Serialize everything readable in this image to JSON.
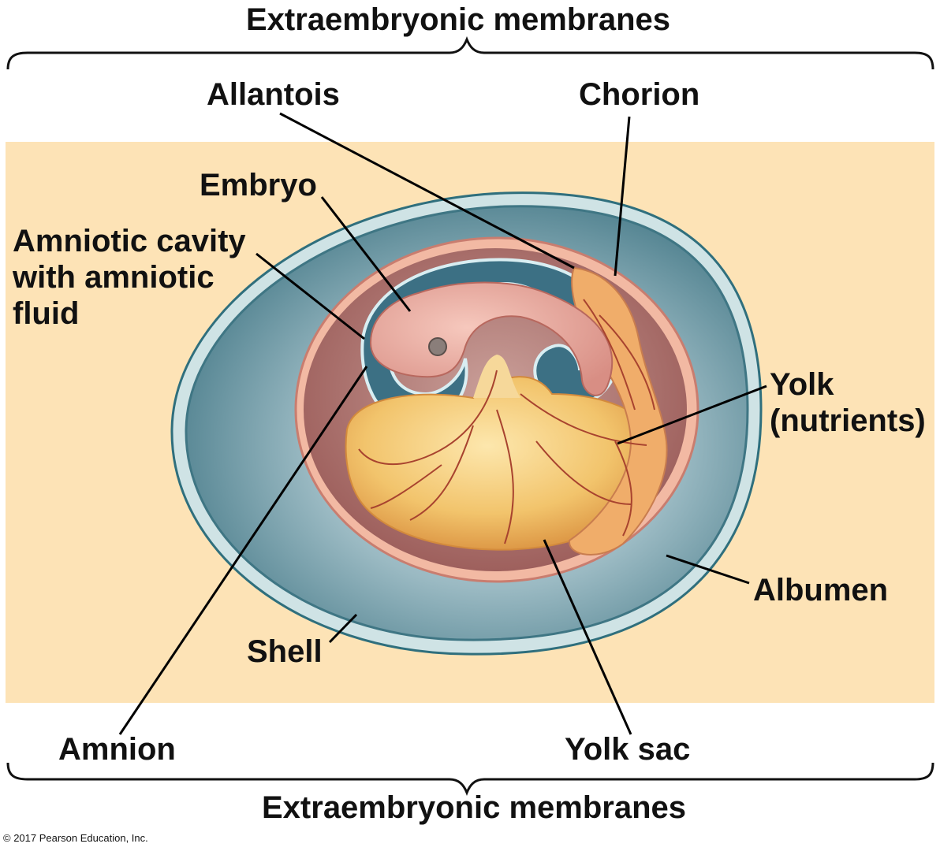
{
  "diagram": {
    "title_top": "Extraembryonic membranes",
    "title_bottom": "Extraembryonic membranes",
    "labels": {
      "allantois": "Allantois",
      "chorion": "Chorion",
      "embryo": "Embryo",
      "amniotic_cavity": [
        "Amniotic cavity",
        "with amniotic",
        "fluid"
      ],
      "yolk": [
        "Yolk",
        "(nutrients)"
      ],
      "albumen": "Albumen",
      "shell": "Shell",
      "amnion": "Amnion",
      "yolk_sac": "Yolk sac"
    },
    "copyright": "© 2017 Pearson Education, Inc."
  },
  "colors": {
    "panel": "#fde3b6",
    "shell": "#cfe3e5",
    "shell_edge": "#3a7f8c",
    "albumen": "#5f8f9c",
    "chorion": "#f2b9a3",
    "amnion_space": "#a86663",
    "amniotic_fluid": "#3c7084",
    "embryo": "#e9a99e",
    "yolk": "#f2c46c",
    "vessels": "#a8432f"
  }
}
